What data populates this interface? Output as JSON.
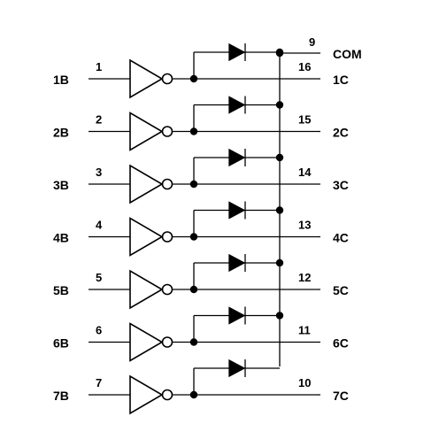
{
  "diagram": {
    "com_pin": "9",
    "com_label": "COM",
    "channels": [
      {
        "in_label": "1B",
        "in_pin": "1",
        "out_pin": "16",
        "out_label": "1C"
      },
      {
        "in_label": "2B",
        "in_pin": "2",
        "out_pin": "15",
        "out_label": "2C"
      },
      {
        "in_label": "3B",
        "in_pin": "3",
        "out_pin": "14",
        "out_label": "3C"
      },
      {
        "in_label": "4B",
        "in_pin": "4",
        "out_pin": "13",
        "out_label": "4C"
      },
      {
        "in_label": "5B",
        "in_pin": "5",
        "out_pin": "12",
        "out_label": "5C"
      },
      {
        "in_label": "6B",
        "in_pin": "6",
        "out_pin": "11",
        "out_label": "6C"
      },
      {
        "in_label": "7B",
        "in_pin": "7",
        "out_pin": "10",
        "out_label": "7C"
      }
    ]
  },
  "colors": {
    "line": "#000000",
    "background": "#ffffff"
  }
}
